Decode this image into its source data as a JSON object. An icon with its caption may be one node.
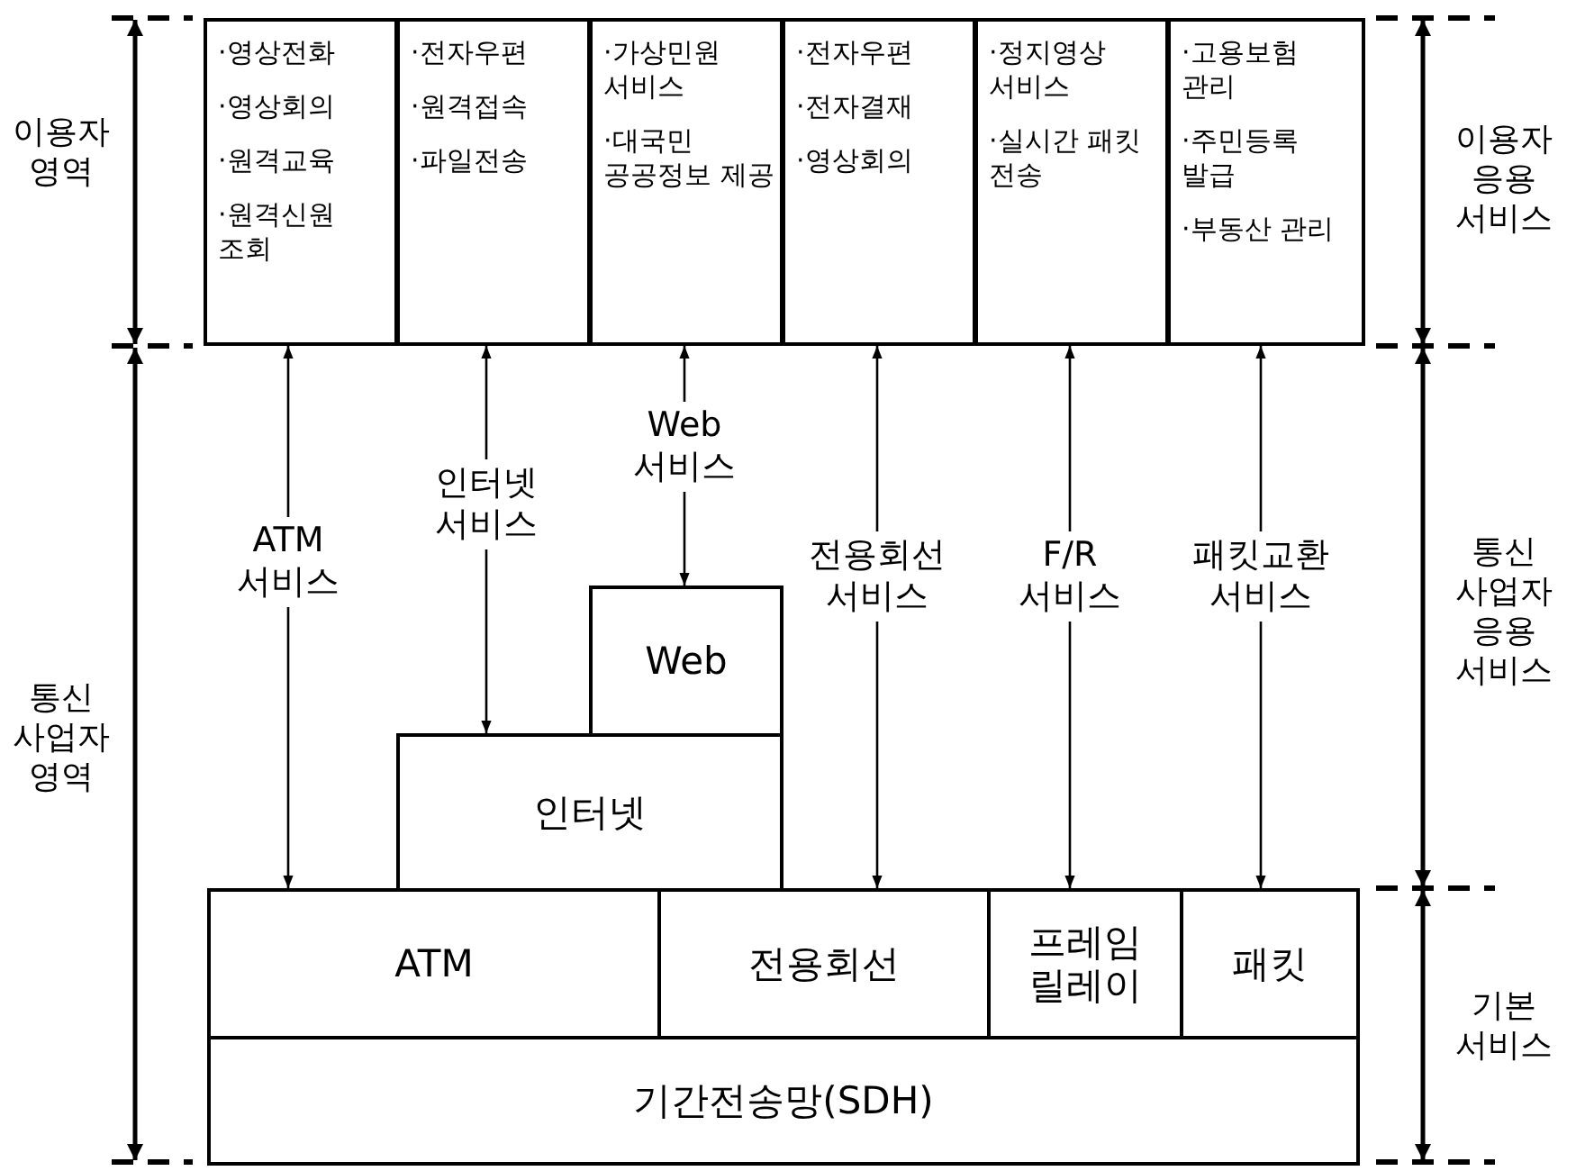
{
  "diagram": {
    "nodes": [
      {
        "text": [
          "·영상전화",
          "·영상회의",
          "·원격교육",
          "·원격신원 조회"
        ]
      },
      {
        "text": [
          "·전자우편",
          "·원격접속",
          "·파일전송"
        ]
      },
      {
        "text": [
          "·가상민원 서비스",
          "·대국민 공공정보 제공"
        ]
      },
      {
        "text": [
          "·전자우편",
          "·전자결재",
          "·영상회의"
        ]
      },
      {
        "text": [
          "·정지영상 서비스",
          "·실시간 패킷 전송"
        ]
      },
      {
        "text": [
          "·고용보험 관리",
          "·주민등록 발급",
          "·부동산 관리"
        ]
      },
      {
        "text": [
          "Web"
        ]
      },
      {
        "text": [
          "인터넷"
        ]
      },
      {
        "text": [
          "ATM"
        ]
      },
      {
        "text": [
          "전용회선"
        ]
      },
      {
        "text": [
          "프레임 릴레이"
        ]
      },
      {
        "text": [
          "패킷"
        ]
      },
      {
        "text": [
          "기간전송망(SDH)"
        ]
      }
    ],
    "edges": [
      {
        "from": 0,
        "to": 8,
        "arrow": "both",
        "label": "ATM 서비스"
      },
      {
        "from": 1,
        "to": 7,
        "arrow": "both",
        "label": "인터넷 서비스"
      },
      {
        "from": 2,
        "to": 6,
        "arrow": "both",
        "label": "Web 서비스"
      },
      {
        "from": 3,
        "to": 9,
        "arrow": "both",
        "label": "전용회선 서비스"
      },
      {
        "from": 4,
        "to": 10,
        "arrow": "both",
        "label": "F/R 서비스"
      },
      {
        "from": 5,
        "to": 11,
        "arrow": "both",
        "label": "패킷교환 서비스"
      }
    ],
    "labels": [
      "이용자 영역",
      "통신 사업자 영역",
      "이용자 응용 서비스",
      "통신 사업자 응용 서비스",
      "기본 서비스"
    ]
  }
}
